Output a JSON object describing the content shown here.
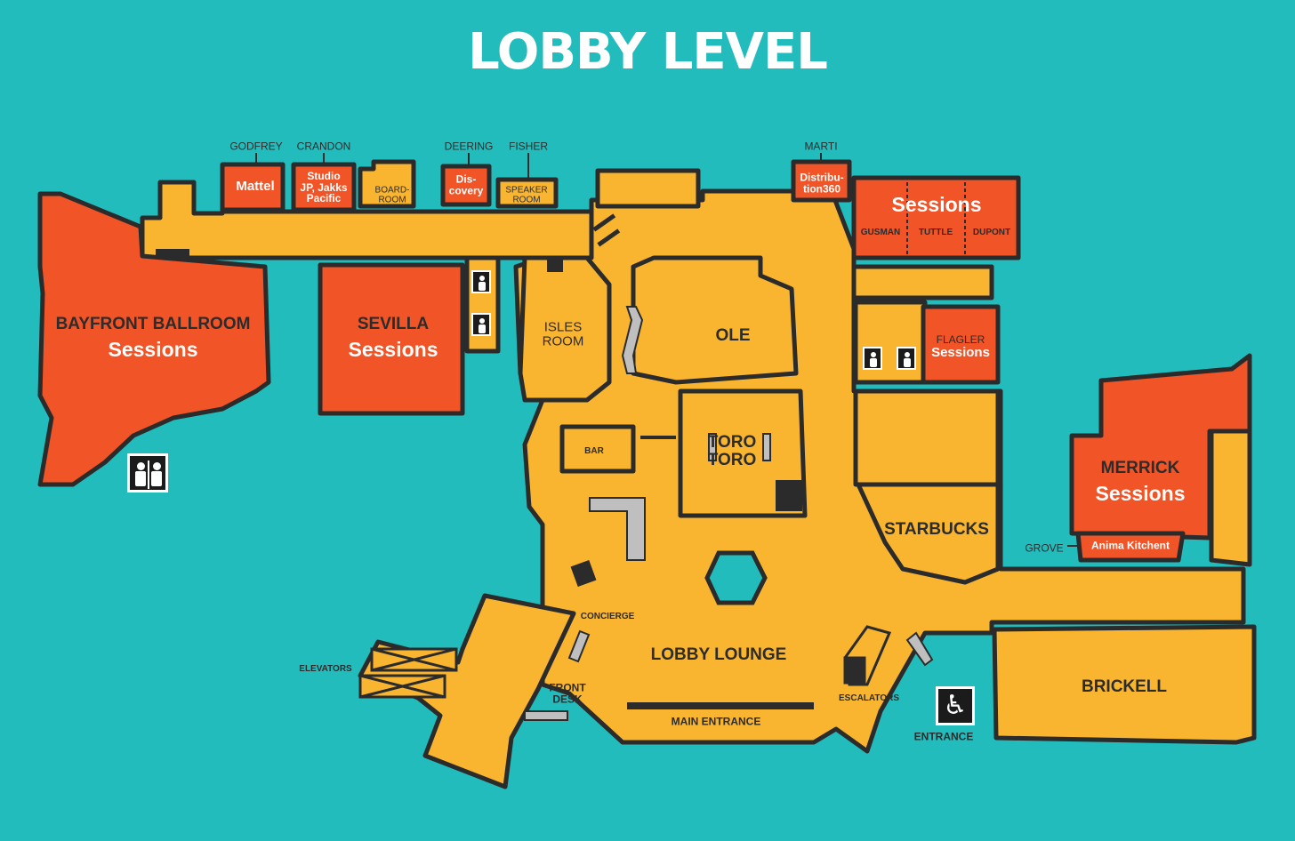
{
  "title": "LOBBY LEVEL",
  "colors": {
    "background": "#22bcbc",
    "venue": "#f9b52f",
    "session_room": "#f05427",
    "outline": "#2b2b2b"
  },
  "rooms": {
    "bayfront": {
      "name": "BAYFRONT BALLROOM",
      "sub": "Sessions"
    },
    "sevilla": {
      "name": "SEVILLA",
      "sub": "Sessions"
    },
    "isles": {
      "line1": "ISLES",
      "line2": "ROOM"
    },
    "ole": "OLE",
    "toro": {
      "line1": "TORO",
      "line2": "TORO"
    },
    "bar": "BAR",
    "starbucks": "STARBUCKS",
    "flagler": {
      "name": "FLAGLER",
      "sub": "Sessions"
    },
    "merrick": {
      "name": "MERRICK",
      "sub": "Sessions"
    },
    "brickell": "BRICKELL",
    "sessions_top": "Sessions",
    "gusman": "GUSMAN",
    "tuttle": "TUTTLE",
    "dupont": "DUPONT",
    "lobby_lounge": "LOBBY LOUNGE",
    "mattel": "Mattel",
    "studio": {
      "line1": "Studio",
      "line2": "JP, Jakks",
      "line3": "Pacific"
    },
    "board": {
      "line1": "BOARD-",
      "line2": "ROOM"
    },
    "discovery": {
      "line1": "Dis-",
      "line2": "covery"
    },
    "speaker": {
      "line1": "SPEAKER",
      "line2": "ROOM"
    },
    "distribution": {
      "line1": "Distribu-",
      "line2": "tion360"
    },
    "anima": "Anima Kitchent"
  },
  "callouts": {
    "godfrey": "GODFREY",
    "crandon": "CRANDON",
    "deering": "DEERING",
    "fisher": "FISHER",
    "marti": "MARTI",
    "grove": "GROVE"
  },
  "features": {
    "concierge": "CONCIERGE",
    "elevators": "ELEVATORS",
    "front_desk": {
      "line1": "FRONT",
      "line2": "DESK"
    },
    "main_entrance": "MAIN ENTRANCE",
    "escalators": "ESCALATORS",
    "entrance": "ENTRANCE"
  },
  "icons": {
    "restroom": "restroom-icon",
    "accessible": "wheelchair-icon"
  }
}
